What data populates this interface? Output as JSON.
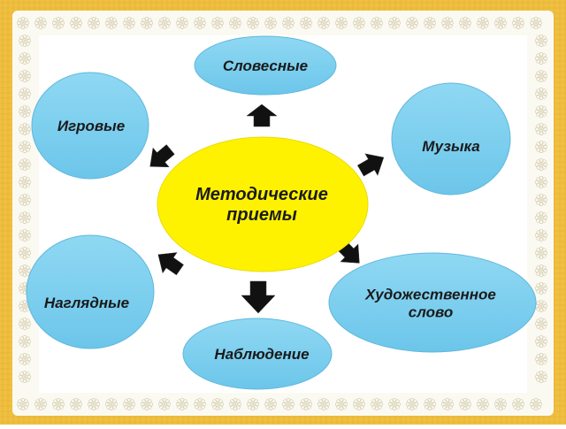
{
  "colors": {
    "background": "#f0c040",
    "lace_border": "#fbfaf2",
    "inner_panel": "#ffffff",
    "satellite_fill": "#7fd0ee",
    "center_fill": "#fff200",
    "arrow_fill": "#111111"
  },
  "center": {
    "line1": "Методические",
    "line2": "приемы"
  },
  "nodes": {
    "slovesnye": {
      "label": "Словесные"
    },
    "igrovye": {
      "label": "Игровые"
    },
    "muzyka": {
      "label": "Музыка"
    },
    "naglyadnye": {
      "label": "Наглядные"
    },
    "khudozhestvennoe": {
      "line1": "Художественное",
      "line2": "слово"
    },
    "nablyudenie": {
      "label": "Наблюдение"
    }
  }
}
